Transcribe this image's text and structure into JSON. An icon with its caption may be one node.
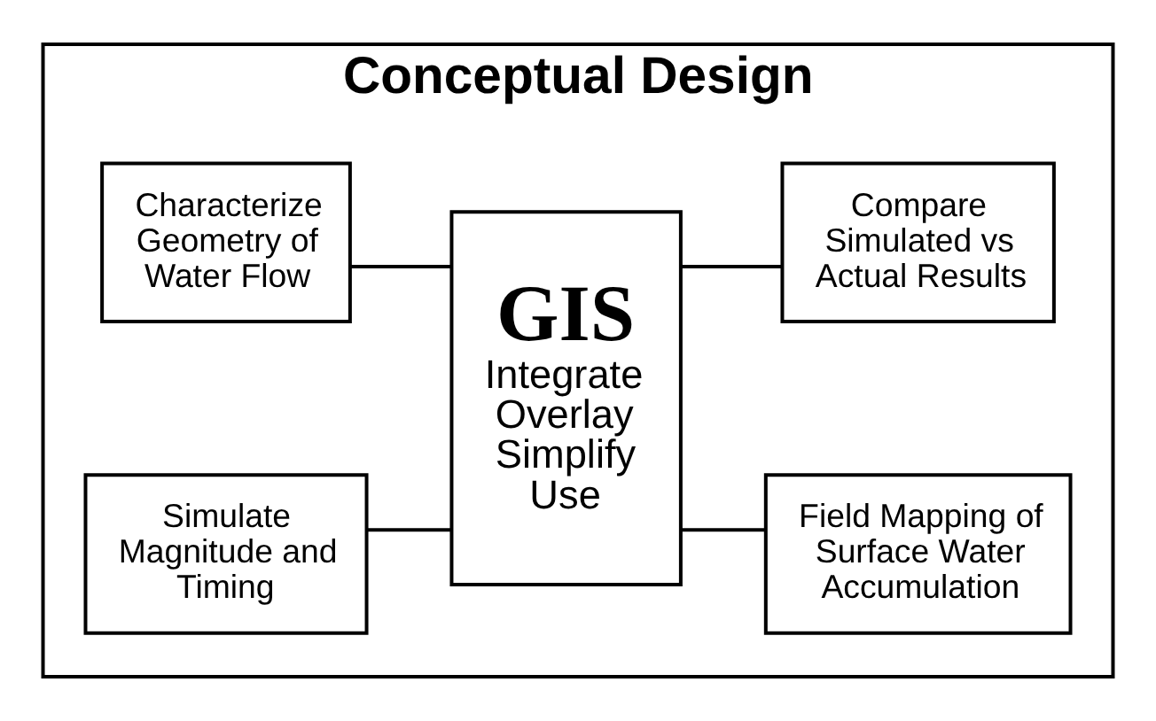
{
  "diagram": {
    "nodes": [
      {
        "text": [
          "Conceptual Design"
        ]
      },
      {
        "text": [
          "Characterize Geometry of Water Flow"
        ],
        "in": 0
      },
      {
        "text": [
          "GIS",
          "Integrate Overlay Simplify Use"
        ],
        "in": 0
      },
      {
        "text": [
          "Field Mapping of Surface Water Accumulation"
        ],
        "in": 0
      },
      {
        "text": [
          "Simulate Magnitude and Timing"
        ],
        "in": 0
      },
      {
        "text": [
          "Compare Simulated vs Actual Results"
        ],
        "in": 0
      }
    ],
    "edges": [
      {
        "from": 1,
        "to": 2,
        "arrow": "none"
      },
      {
        "from": 4,
        "to": 2,
        "arrow": "none"
      },
      {
        "from": 2,
        "to": 3,
        "arrow": "none"
      },
      {
        "from": 2,
        "to": 5,
        "arrow": "none"
      }
    ]
  }
}
